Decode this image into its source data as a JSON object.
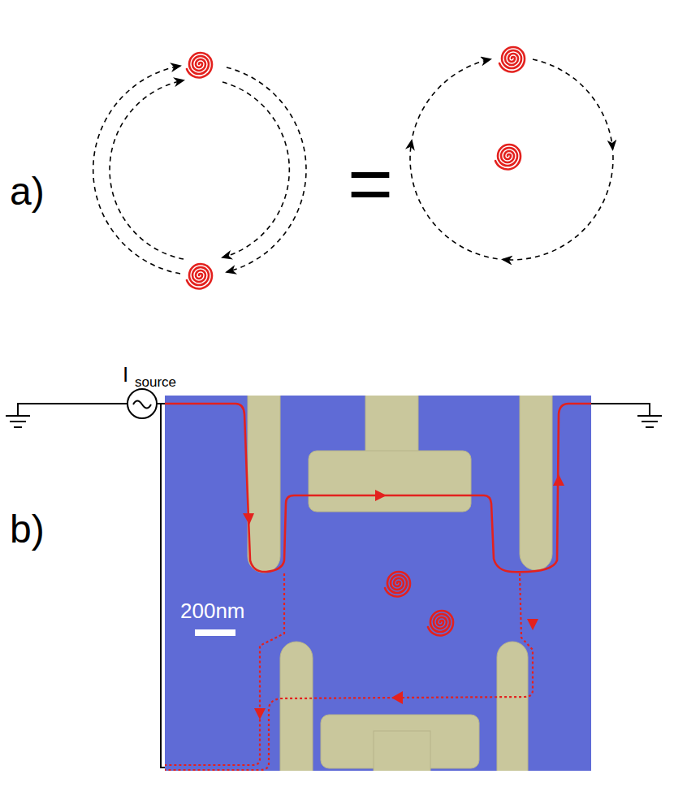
{
  "diagram": {
    "labels": [
      "a)",
      "=",
      "b)",
      "I",
      "source",
      "200nm"
    ]
  }
}
